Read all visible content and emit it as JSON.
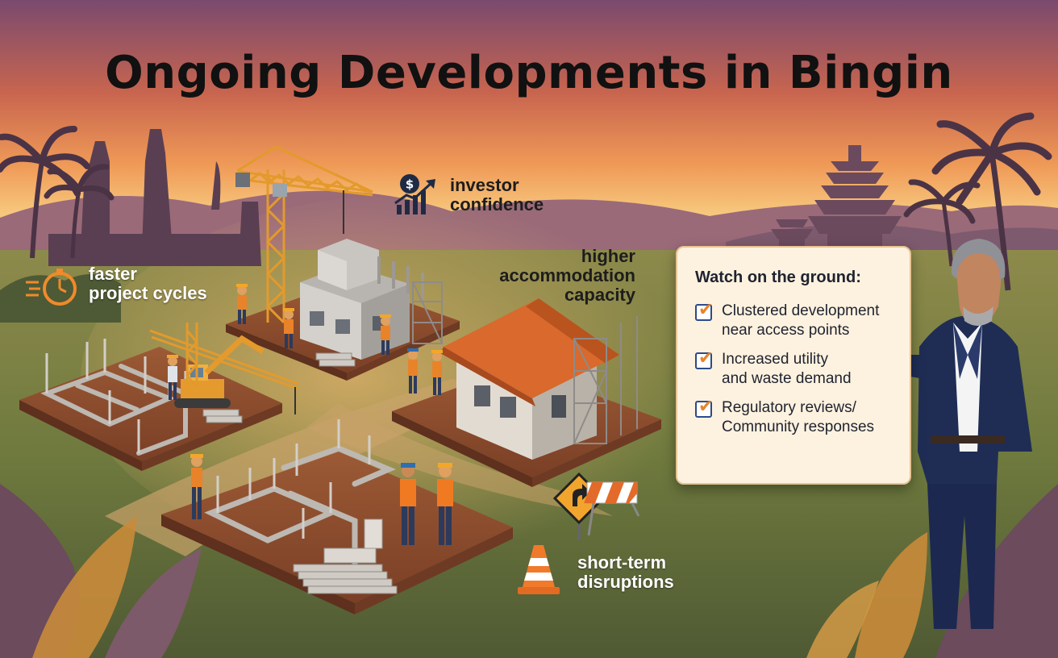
{
  "title": "Ongoing Developments in Bingin",
  "callouts": {
    "investor": {
      "icon": "dollar-growth-chart-icon",
      "lines": [
        "investor",
        "confidence"
      ]
    },
    "faster": {
      "icon": "stopwatch-icon",
      "lines": [
        "faster",
        "project cycles"
      ]
    },
    "capacity": {
      "lines": [
        "higher",
        "accommodation",
        "capacity"
      ]
    },
    "disruptions": {
      "icon": "traffic-cone-icon",
      "lines": [
        "short-term",
        "disruptions"
      ]
    }
  },
  "watch_panel": {
    "heading": "Watch on the ground:",
    "items": [
      {
        "lines": [
          "Clustered development",
          "near access points"
        ]
      },
      {
        "lines": [
          "Increased utility",
          "and waste demand"
        ]
      },
      {
        "lines": [
          "Regulatory reviews/",
          "Community responses"
        ]
      }
    ]
  },
  "colors": {
    "sky_top": "#7a4a6e",
    "sky_mid": "#e1804b",
    "sky_glow": "#f7c77d",
    "ground": "#6f7a3e",
    "dirt": "#8a4a2c",
    "accent_orange": "#f08a2b",
    "panel_bg": "#fdf2df",
    "suit_blue": "#1f2d55"
  }
}
